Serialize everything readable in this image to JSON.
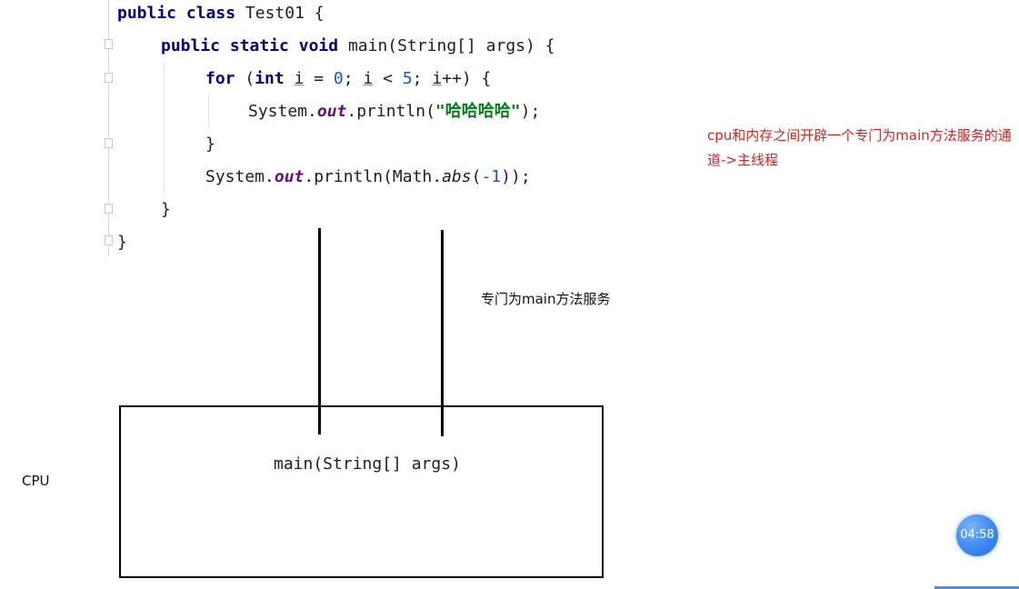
{
  "code": {
    "line1": {
      "kw_public": "public",
      "kw_class": "class",
      "name": " Test01 {"
    },
    "line2": {
      "kw_public": "public",
      "kw_static": "static",
      "kw_void": "void",
      "rest": " main(String[] args) {"
    },
    "line3": {
      "kw_for": "for",
      "open": " (",
      "kw_int": "int",
      "sp1": " ",
      "var_i1": "i",
      "eq": " = ",
      "num0": "0",
      "semi1": "; ",
      "var_i2": "i",
      "lt": " < ",
      "num5": "5",
      "semi2": "; ",
      "var_i3": "i",
      "close": "++) {"
    },
    "line4": {
      "obj": "System.",
      "field": "out",
      "method": ".println(",
      "str": "\"哈哈哈哈\"",
      "end": ");"
    },
    "line5": {
      "text": "}"
    },
    "line6": {
      "obj": "System.",
      "field": "out",
      "method": ".println(Math.",
      "abs": "abs",
      "open": "(",
      "num": "-1",
      "end": "));"
    },
    "line7": {
      "text": "}"
    },
    "line8": {
      "text": "}"
    }
  },
  "annotations": {
    "red_note": "cpu和内存之间开辟一个专门为main方法服务的通道->主线程",
    "channel_label": "专门为main方法服务",
    "cpu_label": "CPU",
    "box_text": "main(String[] args)"
  },
  "timer": {
    "value": "04:58"
  },
  "colors": {
    "keyword": "#000080",
    "number": "#1750eb",
    "string": "#067d17",
    "field": "#660e7a",
    "note_red": "#e02020",
    "timer_blue": "#3d86f0"
  }
}
